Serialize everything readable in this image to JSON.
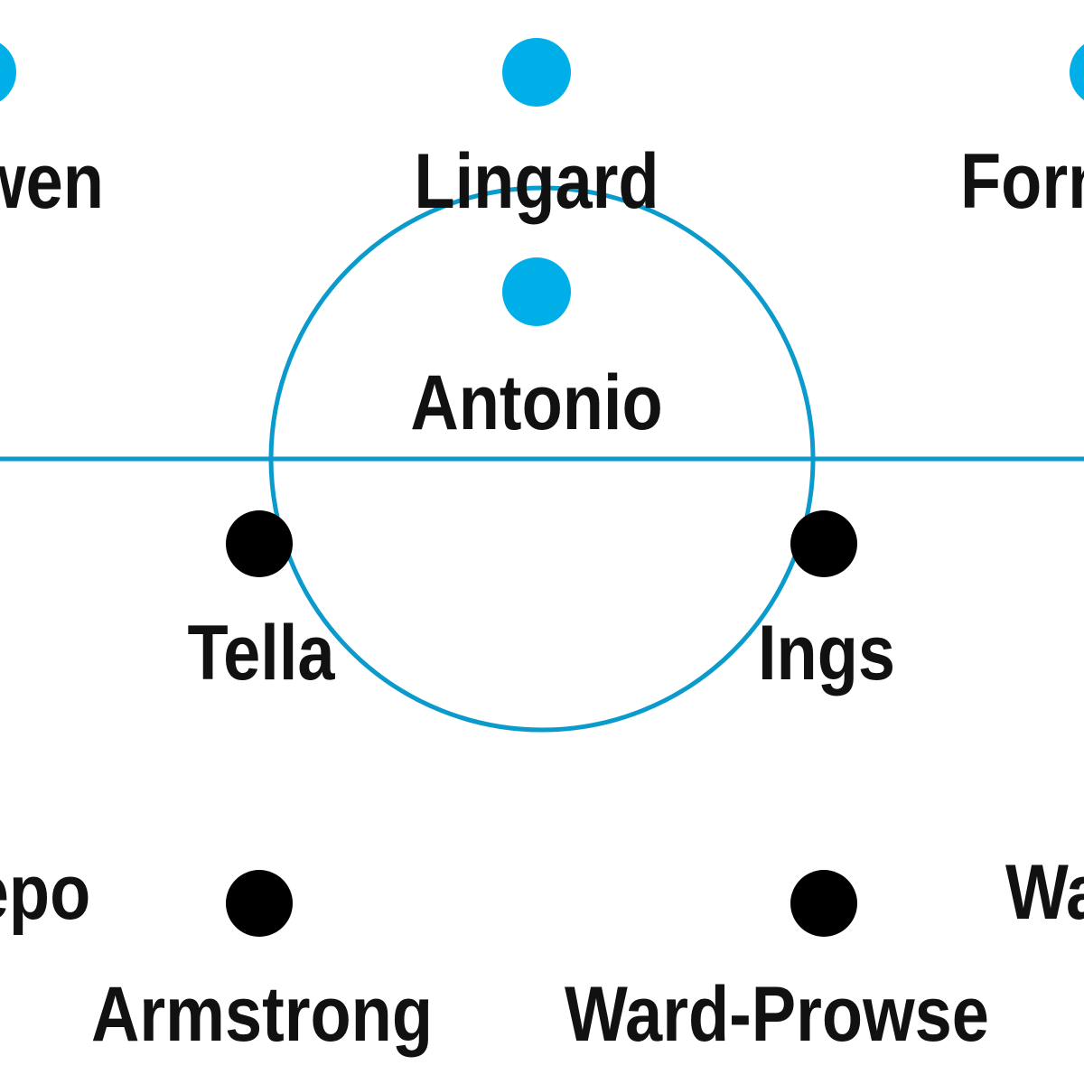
{
  "colors": {
    "home": "#00aee8",
    "away": "#000000",
    "pitch_line": "#0a9bcc",
    "text": "#111111"
  },
  "home_players": [
    {
      "name": "Bowen"
    },
    {
      "name": "Lingard"
    },
    {
      "name": "Fornals"
    },
    {
      "name": "Antonio"
    }
  ],
  "away_players": [
    {
      "name": "Tella"
    },
    {
      "name": "Ings"
    },
    {
      "name": "Djenepo"
    },
    {
      "name": "Armstrong"
    },
    {
      "name": "Ward-Prowse"
    },
    {
      "name": "Walker-Peters"
    }
  ]
}
